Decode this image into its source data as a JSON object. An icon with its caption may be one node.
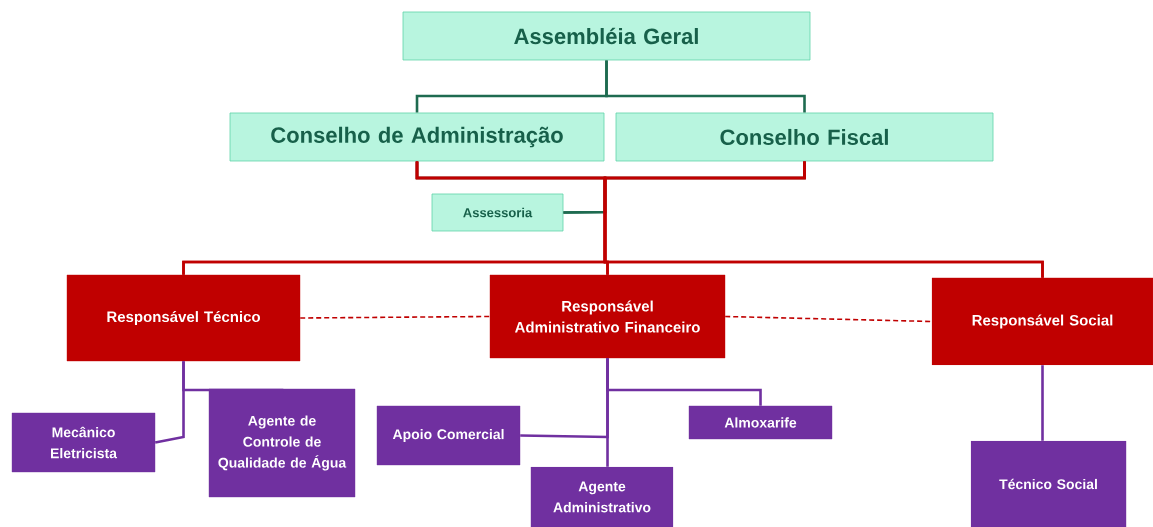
{
  "diagram": {
    "nodes": [
      {
        "text": [
          "Assembléia Geral"
        ]
      },
      {
        "text": [
          "Conselho de Administração"
        ]
      },
      {
        "text": [
          "Conselho Fiscal"
        ]
      },
      {
        "text": [
          "Assessoria"
        ]
      },
      {
        "text": [
          "Responsável Técnico"
        ]
      },
      {
        "text": [
          "Responsável Administrativo Financeiro"
        ]
      },
      {
        "text": [
          "Responsável Social"
        ]
      },
      {
        "text": [
          "Mecânico Eletricista"
        ]
      },
      {
        "text": [
          "Agente de Controle de Qualidade de Água"
        ]
      },
      {
        "text": [
          "Apoio Comercial"
        ]
      },
      {
        "text": [
          "Agente Administrativo"
        ]
      },
      {
        "text": [
          "Almoxarife"
        ]
      },
      {
        "text": [
          "Técnico Social"
        ]
      }
    ],
    "edges": [
      {
        "from": 0,
        "to": 1,
        "arrow": "none",
        "color": "#1e6b50"
      },
      {
        "from": 0,
        "to": 2,
        "arrow": "none",
        "color": "#1e6b50"
      },
      {
        "from": 1,
        "to": 3,
        "arrow": "none",
        "color": "#1e6b50"
      },
      {
        "from": 2,
        "to": 3,
        "arrow": "none",
        "color": "#1e6b50"
      },
      {
        "from": 1,
        "to": 4,
        "arrow": "none"
      },
      {
        "from": 1,
        "to": 5,
        "arrow": "none"
      },
      {
        "from": 1,
        "to": 6,
        "arrow": "none"
      },
      {
        "from": 2,
        "to": 4,
        "arrow": "none"
      },
      {
        "from": 2,
        "to": 5,
        "arrow": "none"
      },
      {
        "from": 2,
        "to": 6,
        "arrow": "none"
      },
      {
        "from": 4,
        "to": 5,
        "arrow": "none",
        "style": "dashed"
      },
      {
        "from": 5,
        "to": 6,
        "arrow": "none",
        "style": "dashed"
      },
      {
        "from": 4,
        "to": 7,
        "arrow": "none",
        "color": "#7030a0"
      },
      {
        "from": 4,
        "to": 8,
        "arrow": "none",
        "color": "#7030a0"
      },
      {
        "from": 5,
        "to": 9,
        "arrow": "none",
        "color": "#7030a0"
      },
      {
        "from": 5,
        "to": 10,
        "arrow": "none",
        "color": "#7030a0"
      },
      {
        "from": 5,
        "to": 11,
        "arrow": "none",
        "color": "#7030a0"
      },
      {
        "from": 6,
        "to": 12,
        "arrow": "none",
        "color": "#7030a0"
      }
    ]
  }
}
